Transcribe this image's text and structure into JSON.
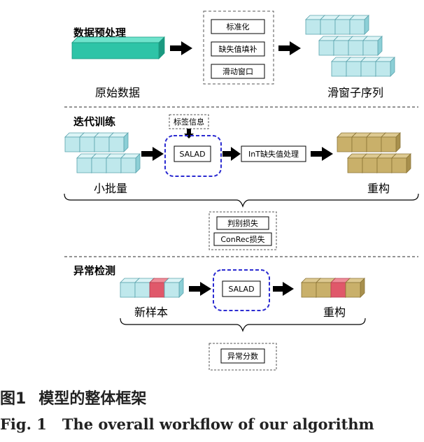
{
  "colors": {
    "teal_face": "#2ec4a7",
    "teal_top": "#6fe3cc",
    "teal_side": "#1a9980",
    "cube_face": "#bfe8ec",
    "cube_top": "#dcf4f6",
    "cube_side": "#8ccfd6",
    "cube_stroke": "#5aa3ad",
    "tan_face": "#c9b06a",
    "tan_top": "#ddc991",
    "tan_side": "#a8904d",
    "tan_stroke": "#8a7436",
    "red_face": "#e0586a",
    "red_top": "#ef8d99",
    "red_side": "#b73e4f",
    "blue_dash": "#2b2bd1",
    "gray_dash": "#555555",
    "separator": "#555555"
  },
  "section1": {
    "title": "数据预处理",
    "input_label": "原始数据",
    "steps": [
      "标准化",
      "缺失值填补",
      "滑动窗口"
    ],
    "output_label": "滑窗子序列"
  },
  "section2": {
    "title": "迭代训练",
    "label_box": "标签信息",
    "model": "SALAD",
    "post_process": "InT缺失值处理",
    "input_label": "小批量",
    "output_label": "重构",
    "losses": [
      "判别损失",
      "ConRec损失"
    ]
  },
  "section3": {
    "title": "异常检测",
    "model": "SALAD",
    "input_label": "新样本",
    "output_label": "重构",
    "score": "异常分数"
  },
  "caption": {
    "cn_num": "图1",
    "cn_text": "模型的整体框架",
    "en_num": "Fig. 1",
    "en_text": "The overall workflow of our algorithm"
  }
}
